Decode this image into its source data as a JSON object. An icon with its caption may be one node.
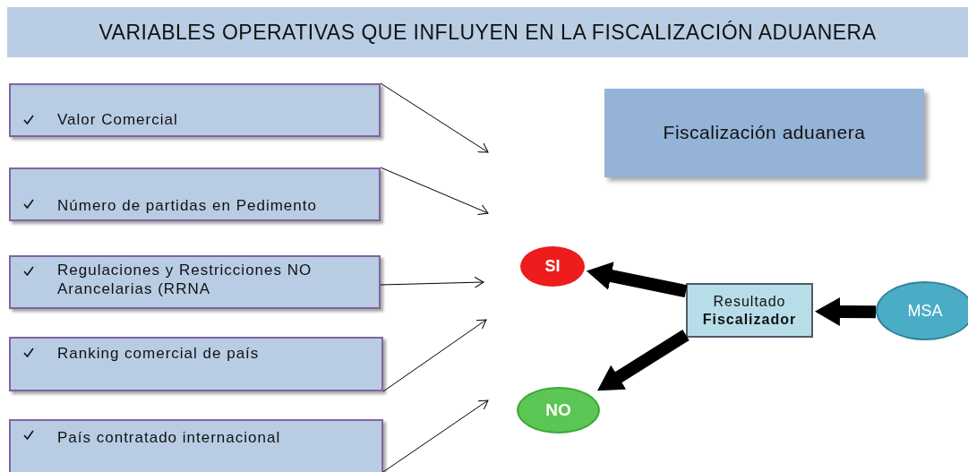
{
  "diagram": {
    "title": "VARIABLES OPERATIVAS QUE INFLUYEN EN LA FISCALIZACIÓN ADUANERA",
    "nodes": [
      {
        "text": [
          "Valor Comercial"
        ]
      },
      {
        "text": [
          "Número de partidas en Pedimento"
        ]
      },
      {
        "text": [
          "Regulaciones y Restricciones NO Arancelarias (RRNA"
        ]
      },
      {
        "text": [
          "Ranking comercial de país"
        ]
      },
      {
        "text": [
          "País contratado internacional"
        ]
      },
      {
        "text": [
          "Fiscalización aduanera"
        ]
      },
      {
        "text": [
          "SI"
        ]
      },
      {
        "text": [
          "NO"
        ]
      },
      {
        "text": [
          "Resultado **Fiscalizador**"
        ]
      },
      {
        "text": [
          "MSA"
        ]
      }
    ],
    "edges": [
      {
        "from": 0,
        "to": null,
        "arrow": "to"
      },
      {
        "from": 1,
        "to": null,
        "arrow": "to"
      },
      {
        "from": 2,
        "to": null,
        "arrow": "to"
      },
      {
        "from": 3,
        "to": null,
        "arrow": "to"
      },
      {
        "from": 4,
        "to": null,
        "arrow": "to"
      },
      {
        "from": 8,
        "to": 6,
        "arrow": "to",
        "style": "thick"
      },
      {
        "from": 8,
        "to": 7,
        "arrow": "to",
        "style": "thick"
      },
      {
        "from": 9,
        "to": 8,
        "arrow": "to",
        "style": "thick"
      }
    ]
  }
}
